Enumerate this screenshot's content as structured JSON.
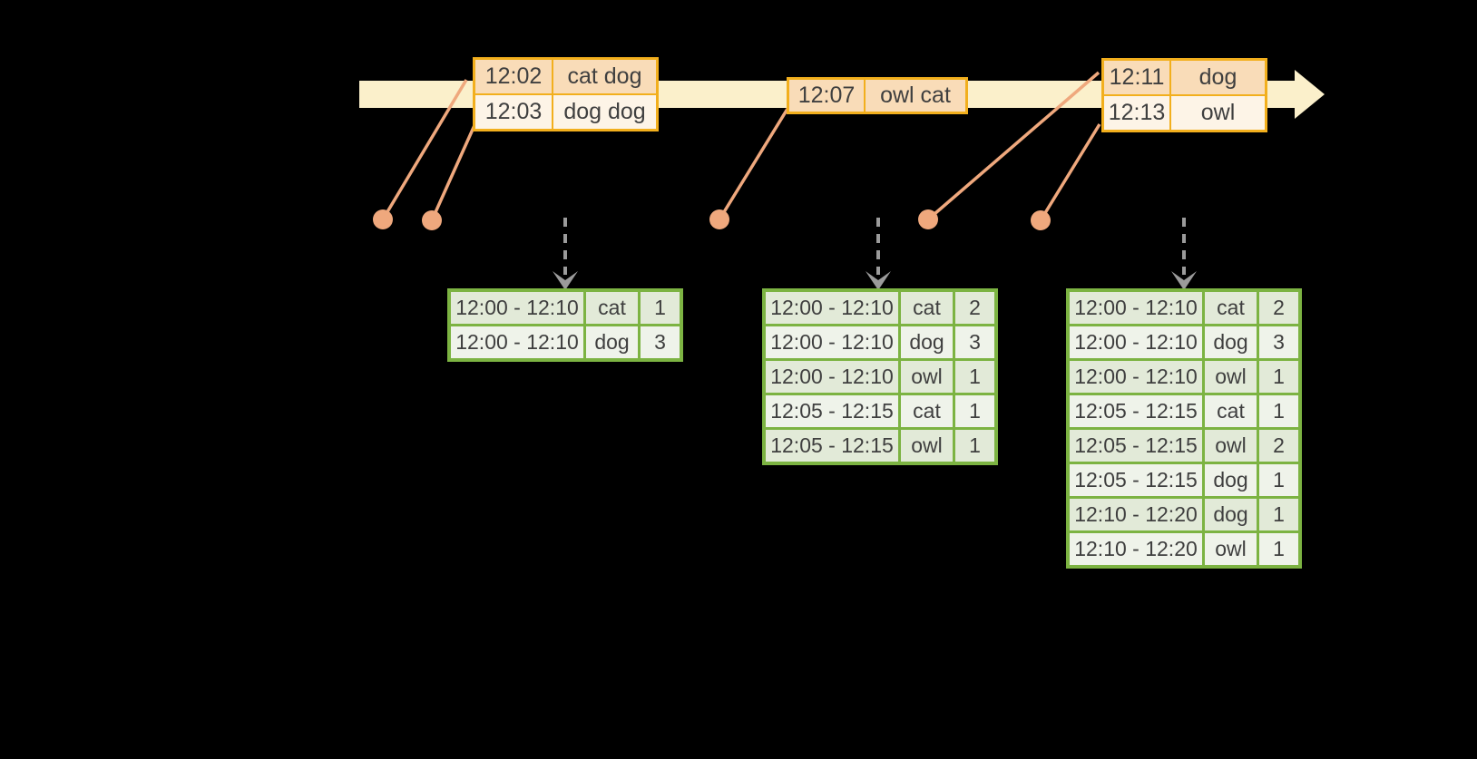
{
  "colors": {
    "background": "#000000",
    "timeline_fill": "#FBF0CB",
    "event_border": "#F2AF1D",
    "event_row_dark": "#F9DCB8",
    "event_row_light": "#FDF4E7",
    "connector": "#EFA87D",
    "trigger_arrow": "#9B9B9B",
    "table_border": "#7CB342",
    "table_row_dark": "#E2EAD8",
    "table_row_light": "#EFF3EA",
    "text": "#3F3F3F"
  },
  "event_boxes": [
    {
      "rows": [
        {
          "time": "12:02",
          "words": "cat dog"
        },
        {
          "time": "12:03",
          "words": "dog dog"
        }
      ]
    },
    {
      "rows": [
        {
          "time": "12:07",
          "words": "owl cat"
        }
      ]
    },
    {
      "rows": [
        {
          "time": "12:11",
          "words": "dog"
        },
        {
          "time": "12:13",
          "words": "owl"
        }
      ]
    }
  ],
  "result_tables": [
    {
      "rows": [
        {
          "window": "12:00 - 12:10",
          "word": "cat",
          "count": "1"
        },
        {
          "window": "12:00 - 12:10",
          "word": "dog",
          "count": "3"
        }
      ]
    },
    {
      "rows": [
        {
          "window": "12:00 - 12:10",
          "word": "cat",
          "count": "2"
        },
        {
          "window": "12:00 - 12:10",
          "word": "dog",
          "count": "3"
        },
        {
          "window": "12:00 - 12:10",
          "word": "owl",
          "count": "1"
        },
        {
          "window": "12:05 - 12:15",
          "word": "cat",
          "count": "1"
        },
        {
          "window": "12:05 - 12:15",
          "word": "owl",
          "count": "1"
        }
      ]
    },
    {
      "rows": [
        {
          "window": "12:00 - 12:10",
          "word": "cat",
          "count": "2"
        },
        {
          "window": "12:00 - 12:10",
          "word": "dog",
          "count": "3"
        },
        {
          "window": "12:00 - 12:10",
          "word": "owl",
          "count": "1"
        },
        {
          "window": "12:05 - 12:15",
          "word": "cat",
          "count": "1"
        },
        {
          "window": "12:05 - 12:15",
          "word": "owl",
          "count": "2"
        },
        {
          "window": "12:05 - 12:15",
          "word": "dog",
          "count": "1"
        },
        {
          "window": "12:10 - 12:20",
          "word": "dog",
          "count": "1"
        },
        {
          "window": "12:10 - 12:20",
          "word": "owl",
          "count": "1"
        }
      ]
    }
  ]
}
